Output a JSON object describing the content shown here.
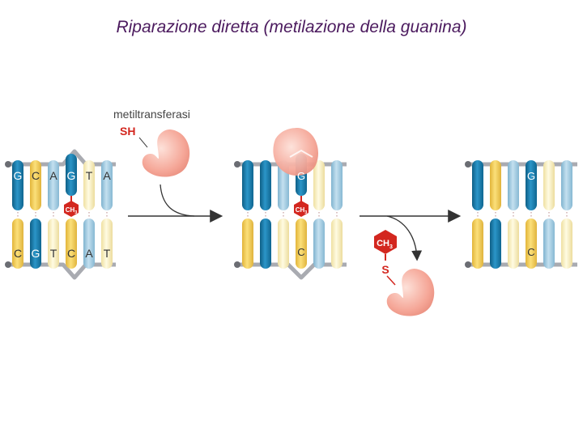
{
  "title": "Riparazione diretta (metilazione della guanina)",
  "labels": {
    "enzyme": "metiltransferasi",
    "sh": "SH",
    "s": "S",
    "methyl": "CH3",
    "methyl_sub": "3"
  },
  "dna_left": {
    "top_strand": [
      "G",
      "C",
      "A",
      "G",
      "T",
      "A"
    ],
    "bottom_strand": [
      "C",
      "G",
      "T",
      "C",
      "A",
      "T"
    ]
  },
  "dna_middle": {
    "top_label": "G",
    "bottom_label": "C"
  },
  "dna_right": {
    "top_label": "G",
    "bottom_label": "C"
  },
  "colors": {
    "G": "#1c7fae",
    "C": "#f2cf5b",
    "A": "#a9cfe3",
    "T": "#fbf3c4",
    "methyl": "#d3271f",
    "enzyme": "#f6a598",
    "backbone": "#a8aab0",
    "title": "#4b1a5e"
  }
}
